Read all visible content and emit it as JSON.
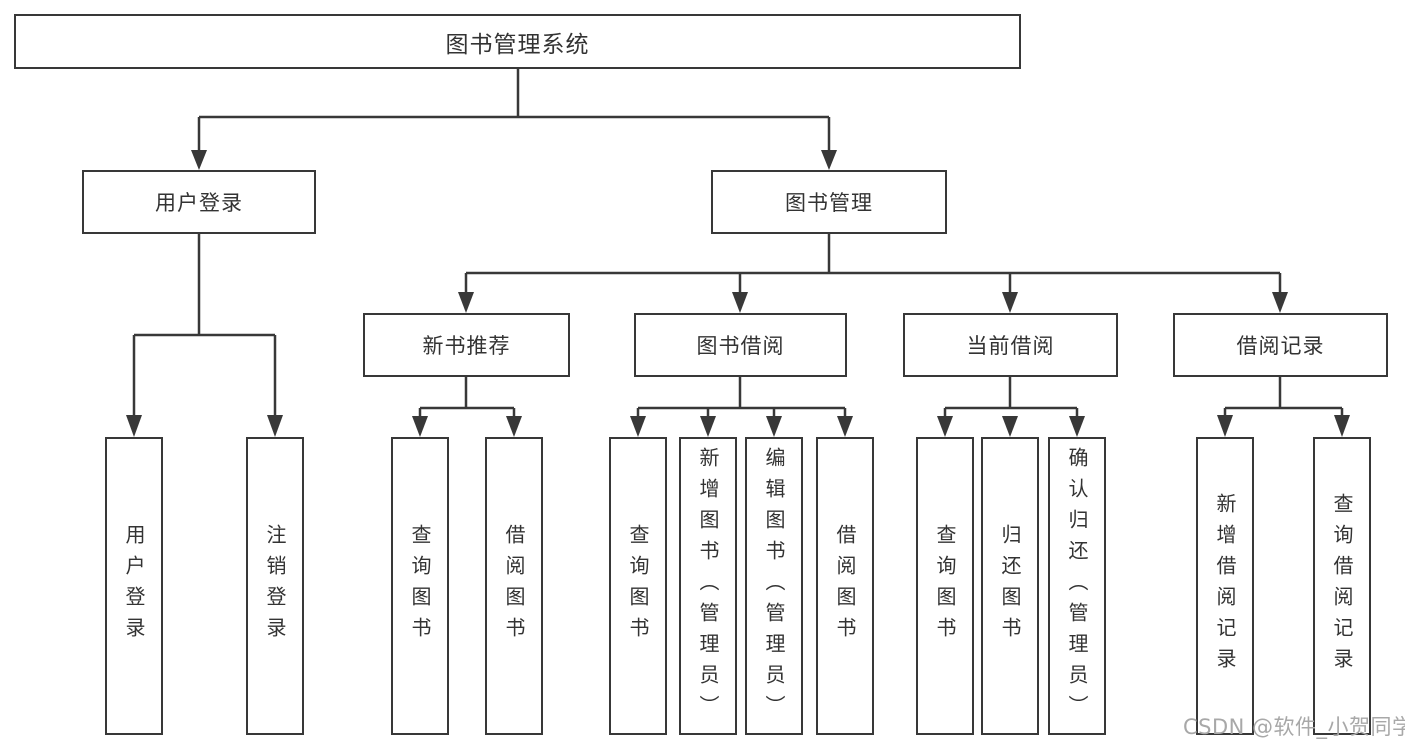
{
  "diagram": {
    "type": "hierarchy-tree",
    "title": "图书管理系统",
    "watermark": "CSDN @软件_小贺同学",
    "colors": {
      "line": "#383838",
      "box_border": "#383838",
      "box_fill": "#ffffff",
      "text": "#333333",
      "watermark": "#a8a8a8",
      "background": "#ffffff"
    },
    "nodes": {
      "root": {
        "id": "library-management-system",
        "label": "图书管理系统"
      },
      "level1": [
        {
          "id": "user-login",
          "label": "用户登录",
          "parent": "library-management-system"
        },
        {
          "id": "book-management",
          "label": "图书管理",
          "parent": "library-management-system"
        }
      ],
      "level2": [
        {
          "id": "new-book-recommend",
          "label": "新书推荐",
          "parent": "book-management"
        },
        {
          "id": "book-borrowing",
          "label": "图书借阅",
          "parent": "book-management"
        },
        {
          "id": "current-borrowing",
          "label": "当前借阅",
          "parent": "book-management"
        },
        {
          "id": "borrowing-records",
          "label": "借阅记录",
          "parent": "book-management"
        }
      ],
      "leaves": [
        {
          "id": "user-login-action",
          "label": "用户登录",
          "parent": "user-login"
        },
        {
          "id": "logout-action",
          "label": "注销登录",
          "parent": "user-login"
        },
        {
          "id": "query-books-recommend",
          "label": "查询图书",
          "parent": "new-book-recommend"
        },
        {
          "id": "borrow-books-recommend",
          "label": "借阅图书",
          "parent": "new-book-recommend"
        },
        {
          "id": "query-books-borrowing",
          "label": "查询图书",
          "parent": "book-borrowing"
        },
        {
          "id": "add-books-admin",
          "label": "新增图书（管理员）",
          "parent": "book-borrowing"
        },
        {
          "id": "edit-books-admin",
          "label": "编辑图书（管理员）",
          "parent": "book-borrowing"
        },
        {
          "id": "borrow-books-borrowing",
          "label": "借阅图书",
          "parent": "book-borrowing"
        },
        {
          "id": "query-books-current",
          "label": "查询图书",
          "parent": "current-borrowing"
        },
        {
          "id": "return-books",
          "label": "归还图书",
          "parent": "current-borrowing"
        },
        {
          "id": "confirm-return-admin",
          "label": "确认归还（管理员）",
          "parent": "current-borrowing"
        },
        {
          "id": "add-borrow-record",
          "label": "新增借阅记录",
          "parent": "borrowing-records"
        },
        {
          "id": "query-borrow-record",
          "label": "查询借阅记录",
          "parent": "borrowing-records"
        }
      ]
    }
  }
}
